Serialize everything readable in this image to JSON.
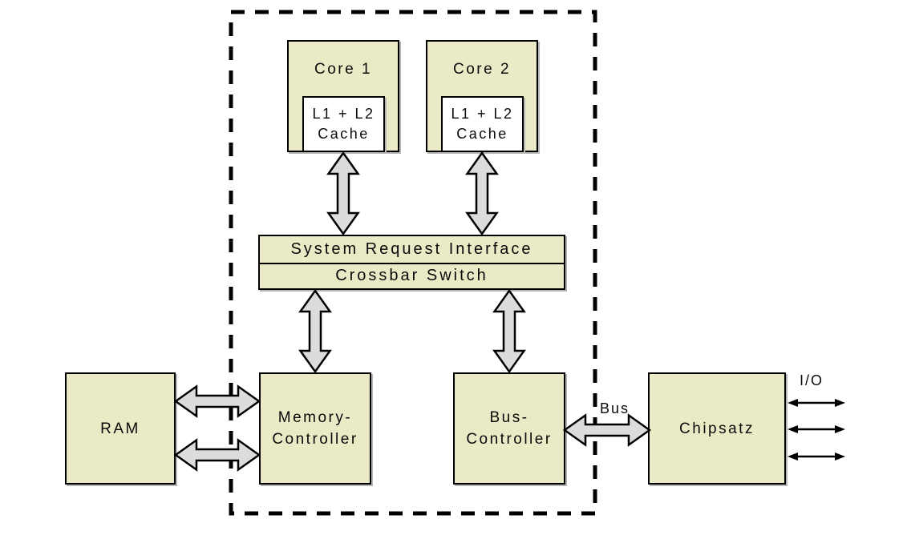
{
  "diagram": {
    "title_implicit": "Dual-core CPU block diagram",
    "colors": {
      "background": "#ffffff",
      "box_fill": "#eaeac6",
      "cache_fill": "#ffffff",
      "arrow_fill": "#dcdcdc",
      "line": "#000000",
      "shadow": "#b6b6b6"
    },
    "nodes": {
      "core1": {
        "label": "Core 1"
      },
      "core1_cache": {
        "line1": "L1 + L2",
        "line2": "Cache"
      },
      "core2": {
        "label": "Core 2"
      },
      "core2_cache": {
        "line1": "L1 + L2",
        "line2": "Cache"
      },
      "system_request_interface": {
        "label": "System Request Interface"
      },
      "crossbar_switch": {
        "label": "Crossbar Switch"
      },
      "ram": {
        "label": "RAM"
      },
      "memory_controller": {
        "line1": "Memory-",
        "line2": "Controller"
      },
      "bus_controller": {
        "line1": "Bus-",
        "line2": "Controller"
      },
      "chipset": {
        "label": "Chipsatz"
      }
    },
    "labels": {
      "bus": "Bus",
      "io": "I/O"
    }
  }
}
